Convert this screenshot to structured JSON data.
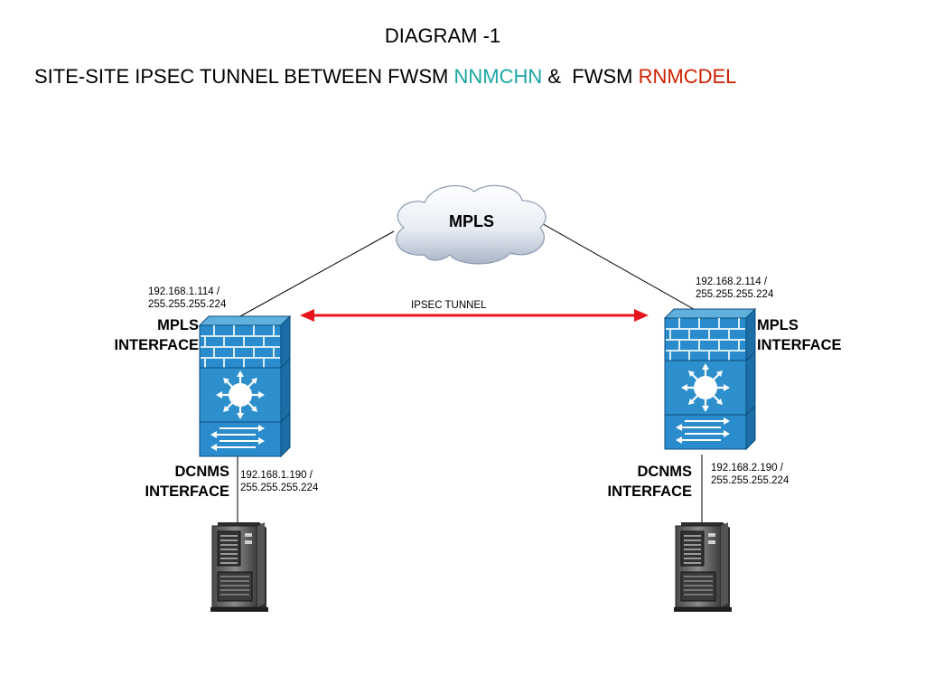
{
  "title": "DIAGRAM -1",
  "subtitle": {
    "prefix": "SITE-SITE IPSEC TUNNEL BETWEEN FWSM ",
    "left_name": "NNMCHN",
    "middle": " &  FWSM ",
    "right_name": "RNMCDEL",
    "left_name_color": "#1aa6a3",
    "right_name_color": "#cc2200"
  },
  "cloud": {
    "label": "MPLS"
  },
  "tunnel": {
    "label": "IPSEC TUNNEL",
    "color": "#e8141b"
  },
  "left": {
    "mpls_ip": "192.168.1.114 /",
    "mpls_mask": "255.255.255.224",
    "mpls_label_1": "MPLS",
    "mpls_label_2": "INTERFACE",
    "dcnms_label_1": "DCNMS",
    "dcnms_label_2": "INTERFACE",
    "dcnms_ip": "192.168.1.190 /",
    "dcnms_mask": "255.255.255.224"
  },
  "right": {
    "mpls_ip": "192.168.2.114 /",
    "mpls_mask": "255.255.255.224",
    "mpls_label_1": "MPLS",
    "mpls_label_2": "INTERFACE",
    "dcnms_label_1": "DCNMS",
    "dcnms_label_2": "INTERFACE",
    "dcnms_ip": "192.168.2.190 /",
    "dcnms_mask": "255.255.255.224"
  },
  "icons": {
    "firewall": "firewall-switch-icon",
    "server": "server-tower-icon",
    "cloud": "cloud-icon"
  }
}
